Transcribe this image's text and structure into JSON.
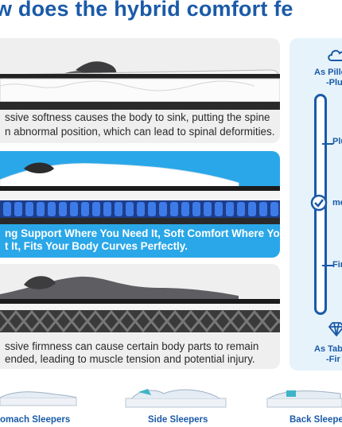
{
  "heading": "w does the hybrid comfort fe",
  "panels": [
    {
      "caption_lines": [
        "ssive softness causes the body to sink, putting the spine",
        "n abnormal position, which can lead to spinal deformities."
      ]
    },
    {
      "caption_lines": [
        "ng Support Where You Need It, Soft Comfort Where You",
        "t It, Fits Your Body Curves Perfectly."
      ]
    },
    {
      "caption_lines": [
        "ssive firmness can cause certain body parts to remain",
        "ended, leading to muscle tension and potential injury."
      ]
    }
  ],
  "firmness_scale": {
    "top_label": [
      "As Pillo",
      "-Plu"
    ],
    "mid_labels": [
      "Plu",
      "me",
      "Fir"
    ],
    "bottom_label": [
      "As Tab",
      "-Fir"
    ],
    "icons": [
      "cloud-icon",
      "check-icon",
      "diamond-icon"
    ]
  },
  "sleepers": [
    "omach Sleepers",
    "Side Sleepers",
    "Back Sleeper"
  ],
  "colors": {
    "brand_blue": "#1a5aa8",
    "highlight_blue": "#2aa7e8",
    "panel_grey": "#efefef",
    "scale_bg": "#e6f3fb"
  }
}
